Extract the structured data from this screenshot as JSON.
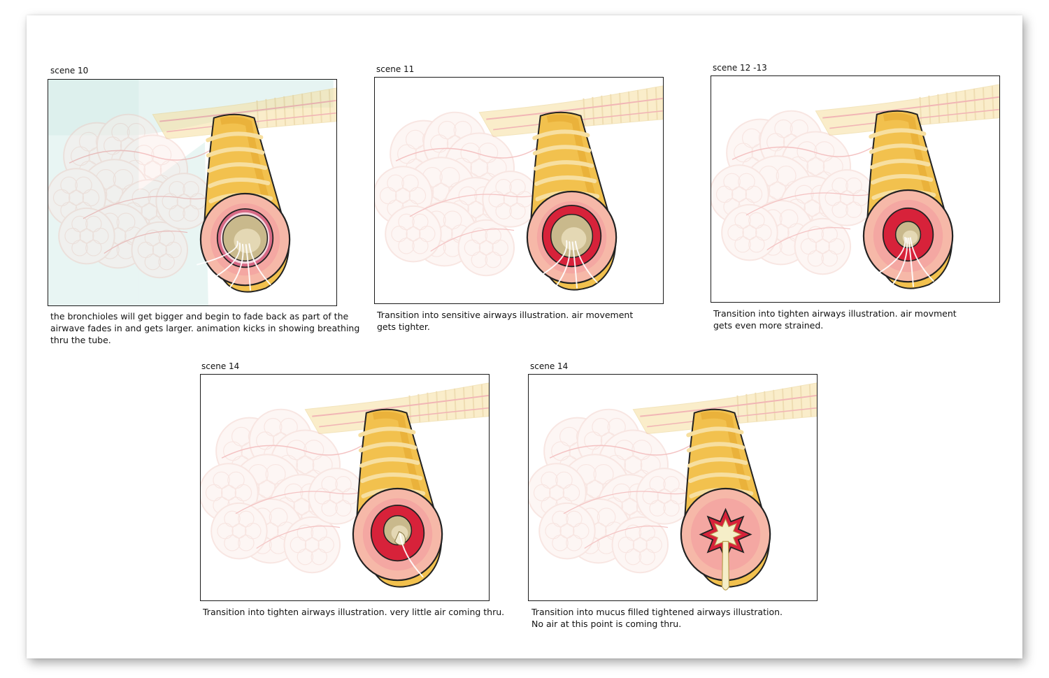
{
  "panels": [
    {
      "label": "scene 10",
      "caption_lines": [
        "the bronchioles will get bigger and begin to fade back as part of the",
        "airwave fades in and gets larger. animation kicks in showing breathing",
        "thru the tube."
      ],
      "stage": "normal"
    },
    {
      "label": "scene 11",
      "caption_lines": [
        "Transition into sensitive airways illustration. air movement",
        "gets tighter."
      ],
      "stage": "sensitive"
    },
    {
      "label": "scene 12 -13",
      "caption_lines": [
        "Transition into tighten airways illustration. air movment",
        "gets even more strained."
      ],
      "stage": "tighten"
    },
    {
      "label": "scene 14",
      "caption_lines": [
        "Transition into tighten airways illustration. very little air coming thru."
      ],
      "stage": "very-tight"
    },
    {
      "label": "scene 14",
      "caption_lines": [
        "Transition into mucus filled tightened  airways illustration.",
        "No air at this point is coming thru."
      ],
      "stage": "mucus"
    }
  ],
  "colors": {
    "airway_outer": "#f2c14e",
    "airway_ring": "#f7dfa0",
    "lumen_pink": "#f4a0a0",
    "inflamed_red": "#d7223a",
    "air_interior": "#c9b98c",
    "mucus": "#f5eec8",
    "alveoli": "#f0c8c0",
    "vessel": "#e77a7a",
    "lung_bg": "#d6ece9"
  }
}
